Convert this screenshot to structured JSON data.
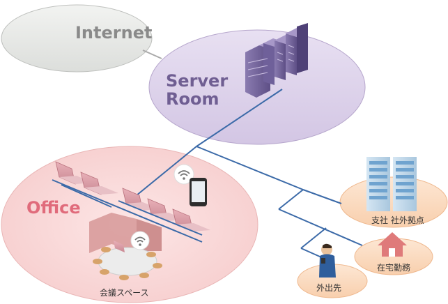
{
  "zones": {
    "internet": "Internet",
    "server_room": [
      "Server",
      "Room"
    ],
    "office": "Office",
    "meeting_space": "会議スペース",
    "branch": "支社 社外拠点",
    "home": "在宅勤務",
    "outside": "外出先"
  },
  "colors": {
    "internet_fill": "#e6e7e5",
    "server_fill": "#ddd3ea",
    "office_fill": "#f9d9d9",
    "remote_fill": "#fbdcc2",
    "network_line": "#3b6aa8"
  },
  "icons": [
    "server-rack-icon",
    "laptop-icon",
    "smartphone-icon",
    "wifi-icon",
    "office-building-icon",
    "house-icon",
    "person-icon",
    "meeting-table-icon"
  ]
}
